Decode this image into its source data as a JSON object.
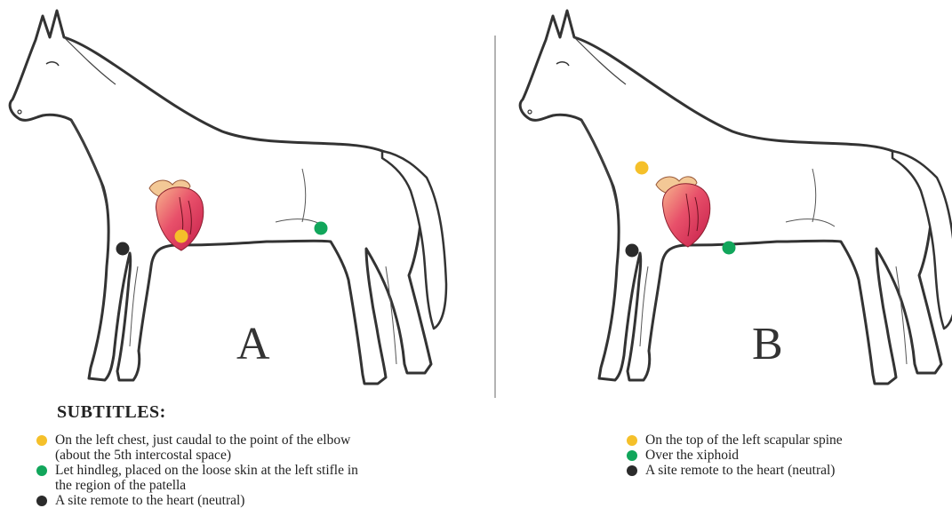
{
  "colors": {
    "yellow": "#F5C02A",
    "green": "#11A65B",
    "black": "#2B2B2B",
    "outline": "#333333",
    "divider": "#9A9A9A"
  },
  "panels": [
    {
      "label": "A"
    },
    {
      "label": "B"
    }
  ],
  "subtitles_heading": "SUBTITLES:",
  "legend_a": [
    {
      "color": "yellow",
      "lines": [
        "On the left chest, just caudal to the point of the elbow",
        "(about the 5th intercostal space)"
      ]
    },
    {
      "color": "green",
      "lines": [
        "Let hindleg, placed on the loose skin at the left stifle in",
        "the region of the patella"
      ]
    },
    {
      "color": "black",
      "lines": [
        "A site remote to the heart (neutral)"
      ]
    }
  ],
  "legend_b": [
    {
      "color": "yellow",
      "lines": [
        "On the top of the left scapular spine"
      ]
    },
    {
      "color": "green",
      "lines": [
        "Over the xiphoid"
      ]
    },
    {
      "color": "black",
      "lines": [
        "A site remote to the heart (neutral)"
      ]
    }
  ]
}
